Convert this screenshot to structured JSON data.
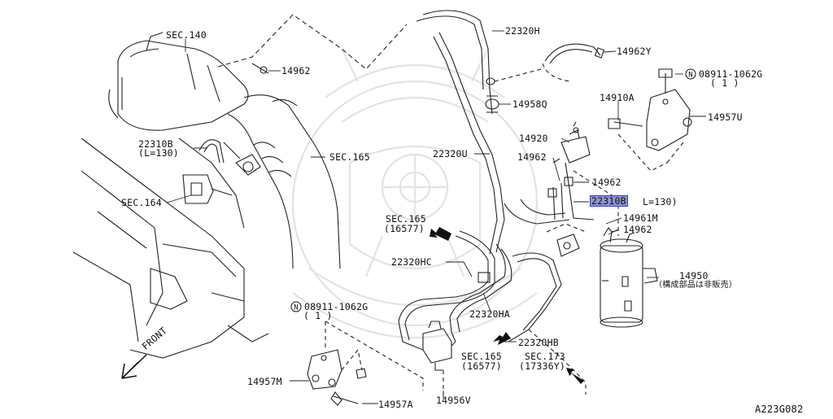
{
  "labels": {
    "sec140": "SEC.140",
    "p14962_top": "14962",
    "p22320H": "22320H",
    "p14962Y": "14962Y",
    "n08911_top": "08911-1062G",
    "n08911_top_qty": "( 1 )",
    "p14958Q": "14958Q",
    "p14910A": "14910A",
    "p14957U": "14957U",
    "p22310B_left": "22310B",
    "p22310B_left_len": "(L=130)",
    "sec165_top": "SEC.165",
    "p14920": "14920",
    "p22320U": "22320U",
    "p14962_mid1": "14962",
    "p14962_mid2": "14962",
    "sec164": "SEC.164",
    "p22310B_hl": "22310B",
    "p22310B_hl_len": "L=130)",
    "sec165_arrow": "SEC.165",
    "sec165_arrow_ref": "(16577)",
    "p14961M": "14961M",
    "p14962_right": "14962",
    "p22320HC": "22320HC",
    "p14950": "14950",
    "p14950_note": "（構成部品は非販売）",
    "n08911_bot": "08911-1062G",
    "n08911_bot_qty": "( 1 )",
    "p22320HA": "22320HA",
    "front": "FRONT",
    "p22320HB": "22320HB",
    "sec165_bot": "SEC.165",
    "sec165_bot_ref": "(16577)",
    "sec173": "SEC.173",
    "sec173_ref": "(17336Y)",
    "p14957M": "14957M",
    "p14957A": "14957A",
    "p14956V": "14956V",
    "figure_id": "A223G082"
  },
  "icons": {
    "nut_marker": "circled-N-symbol",
    "direction_arrow": "arrow-icon",
    "watermark": "samurai-helmet-watermark"
  },
  "colors": {
    "highlight": "#8d93d9",
    "line": "#222222",
    "watermark": "#e6e6e6"
  }
}
